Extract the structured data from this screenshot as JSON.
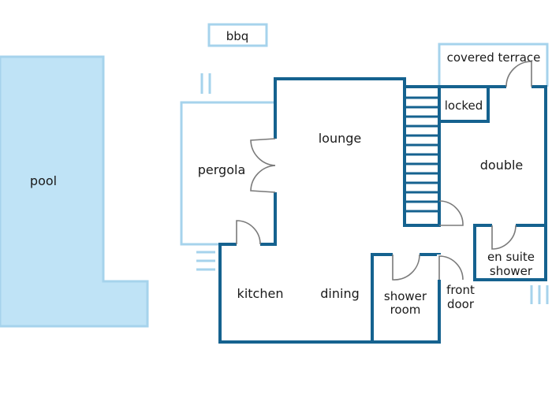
{
  "colors": {
    "wall": "#15628f",
    "outdoor": "#a6d3ec",
    "pool_fill": "#bfe3f6",
    "door_swing": "#7a7a7a",
    "text": "#1a1a1a",
    "background": "#ffffff"
  },
  "labels": {
    "pool": "pool",
    "bbq": "bbq",
    "pergola": "pergola",
    "lounge": "lounge",
    "covered_terrace": "covered terrace",
    "locked": "locked",
    "double": "double",
    "kitchen": "kitchen",
    "dining": "dining",
    "shower_room_line1": "shower",
    "shower_room_line2": "room",
    "front_door_line1": "front",
    "front_door_line2": "door",
    "en_suite_line1": "en suite",
    "en_suite_line2": "shower"
  }
}
